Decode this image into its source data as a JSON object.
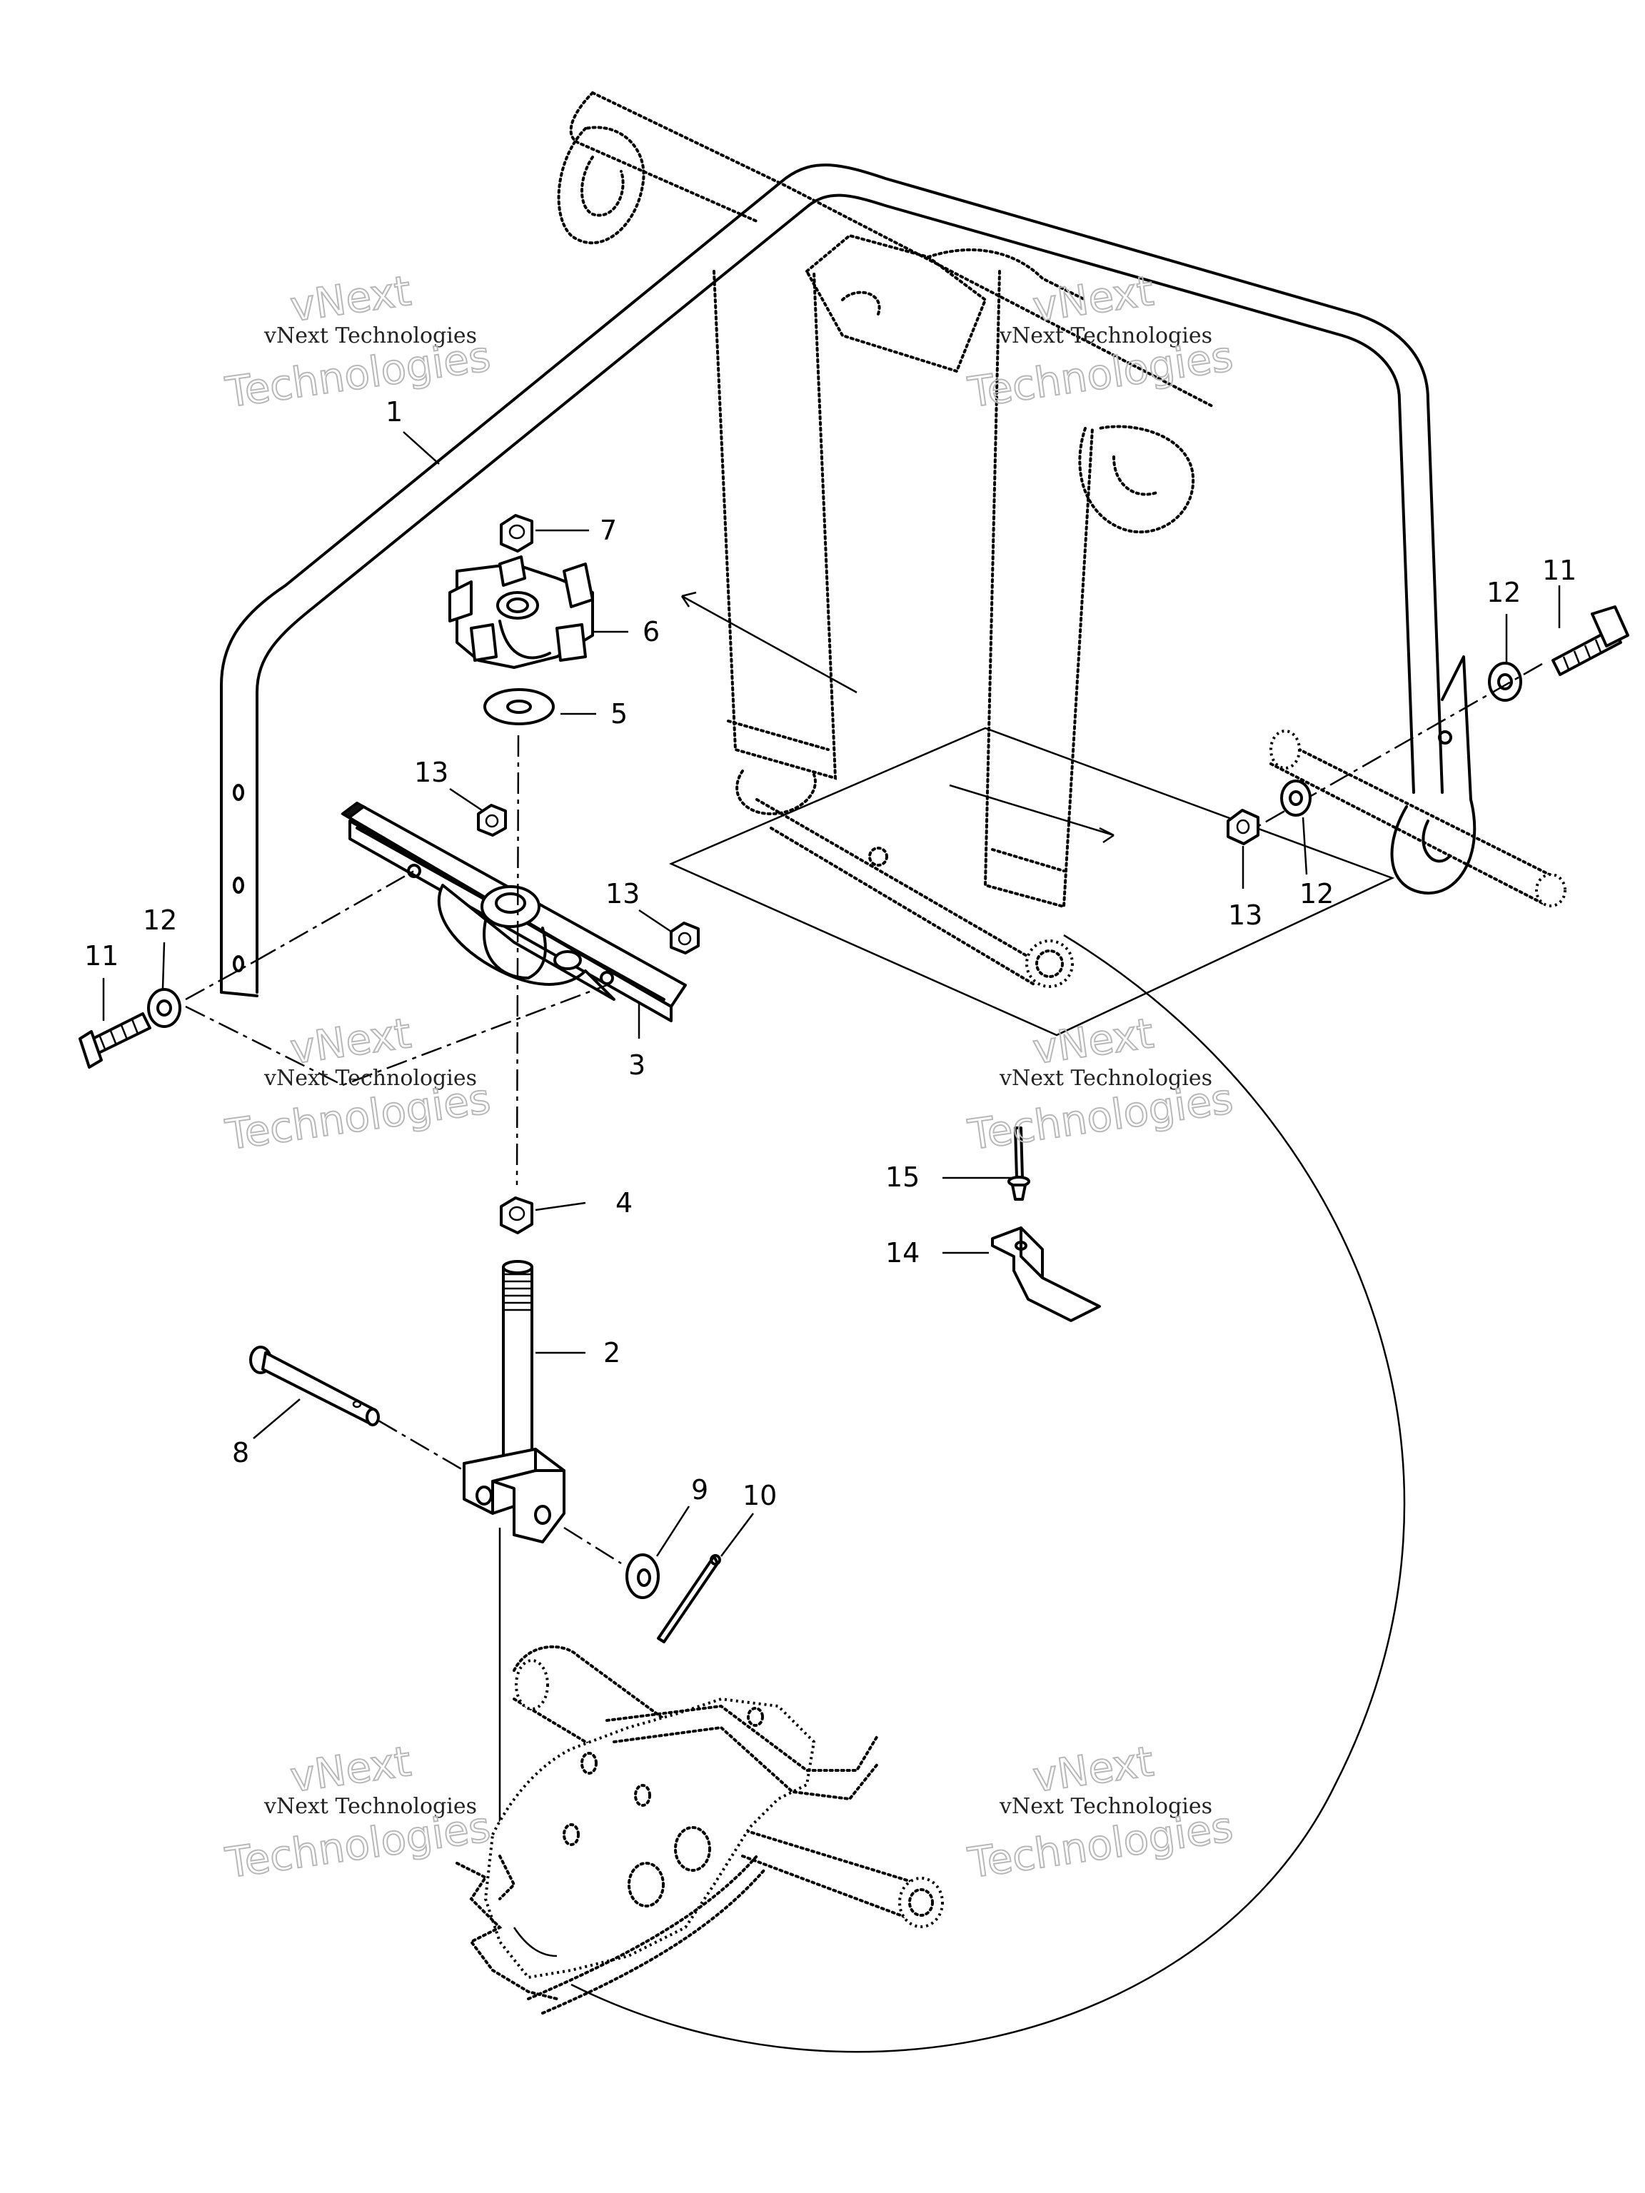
{
  "diagram": {
    "callouts": [
      {
        "id": "1",
        "label": "1"
      },
      {
        "id": "2",
        "label": "2"
      },
      {
        "id": "3",
        "label": "3"
      },
      {
        "id": "4",
        "label": "4"
      },
      {
        "id": "5",
        "label": "5"
      },
      {
        "id": "6",
        "label": "6"
      },
      {
        "id": "7",
        "label": "7"
      },
      {
        "id": "8",
        "label": "8"
      },
      {
        "id": "9",
        "label": "9"
      },
      {
        "id": "10",
        "label": "10"
      },
      {
        "id": "11a",
        "label": "11"
      },
      {
        "id": "11b",
        "label": "11"
      },
      {
        "id": "12a",
        "label": "12"
      },
      {
        "id": "12b",
        "label": "12"
      },
      {
        "id": "12c",
        "label": "12"
      },
      {
        "id": "13a",
        "label": "13"
      },
      {
        "id": "13b",
        "label": "13"
      },
      {
        "id": "13c",
        "label": "13"
      },
      {
        "id": "14",
        "label": "14"
      },
      {
        "id": "15",
        "label": "15"
      }
    ]
  },
  "watermark": {
    "line1": "vNext Technologies",
    "line2": "vNext",
    "line3": "Technologies"
  }
}
